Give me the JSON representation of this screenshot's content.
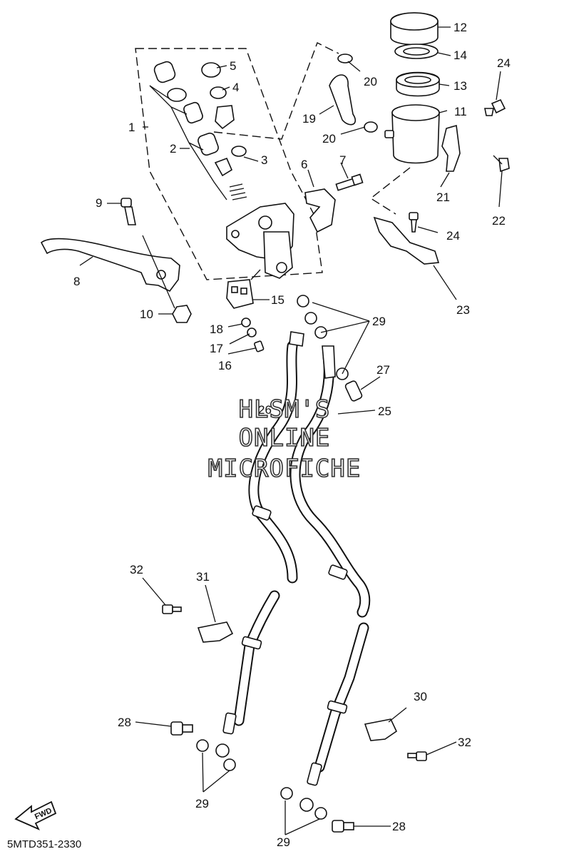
{
  "callouts": [
    "1",
    "2",
    "3",
    "4",
    "5",
    "6",
    "7",
    "8",
    "9",
    "10",
    "11",
    "12",
    "13",
    "14",
    "15",
    "16",
    "17",
    "18",
    "19",
    "20",
    "20",
    "21",
    "22",
    "23",
    "24",
    "24",
    "25",
    "26",
    "27",
    "28",
    "28",
    "29",
    "29",
    "29",
    "30",
    "31",
    "32",
    "32"
  ],
  "watermark": {
    "line1": "HLSM'S",
    "line2": "ONLINE",
    "line3": "MICROFICHE"
  },
  "fwd_label": "FWD",
  "diagram_code": "5MTD351-2330"
}
